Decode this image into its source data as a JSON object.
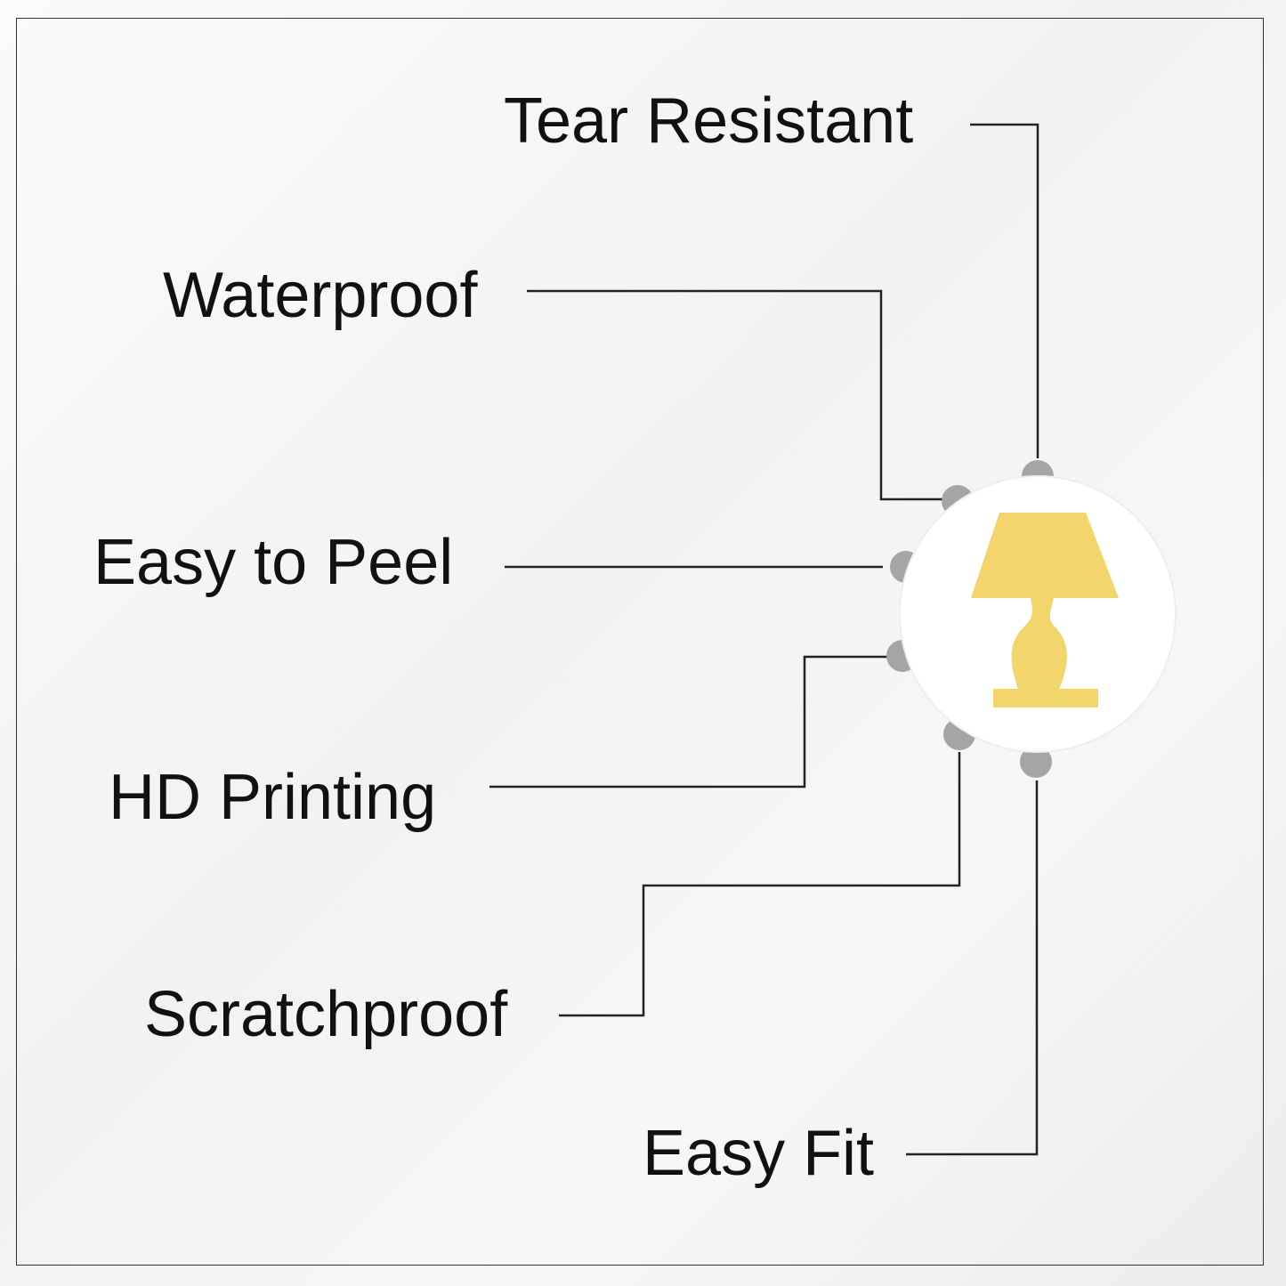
{
  "features": [
    "Tear Resistant",
    "Waterproof",
    "Easy to Peel",
    "HD Printing",
    "Scratchproof",
    "Easy Fit"
  ],
  "center_icon": "table-lamp-icon",
  "colors": {
    "lamp": "#f2d56b",
    "dots": "#a5a5a5",
    "lines": "#222222",
    "circle": "#ffffff"
  }
}
